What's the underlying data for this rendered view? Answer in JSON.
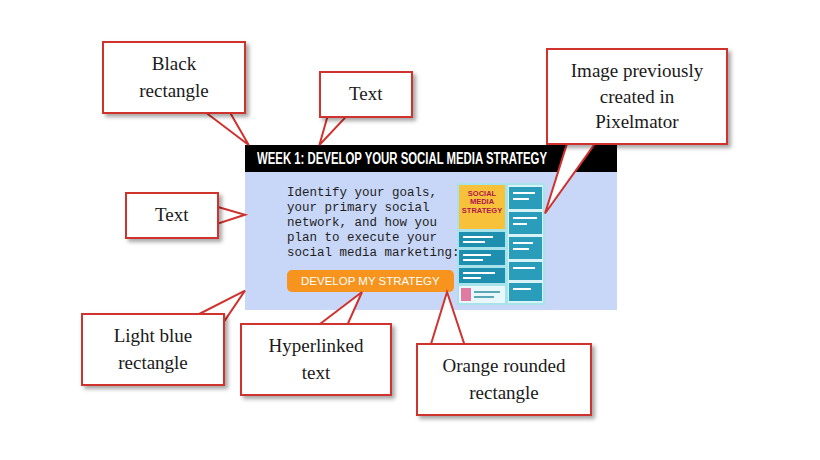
{
  "diagram": {
    "nodes": [
      {
        "text": [
          "Black rectangle"
        ]
      },
      {
        "text": [
          "Text"
        ]
      },
      {
        "text": [
          "Image previously created in Pixelmator"
        ]
      },
      {
        "text": [
          "WEEK 1: DEVELOP YOUR SOCIAL MEDIA STRATEGY"
        ]
      },
      {
        "text": [
          "Text"
        ]
      },
      {
        "text": [
          "Identify your goals, your primary social network, and how you plan to execute your social media marketing:"
        ]
      },
      {
        "text": [
          "SOCIAL MEDIA STRATEGY"
        ],
        "in": 5
      },
      {
        "text": [
          "DEVELOP MY STRATEGY"
        ],
        "in": 5
      },
      {
        "text": [
          "Light blue rectangle"
        ]
      },
      {
        "text": [
          "Hyperlinked text"
        ]
      },
      {
        "text": [
          "Orange rounded rectangle"
        ]
      }
    ],
    "edges": [
      {
        "from": 0,
        "to": 3,
        "arrow": "none"
      },
      {
        "from": 1,
        "to": 3,
        "arrow": "none"
      },
      {
        "from": 2,
        "to": 6,
        "arrow": "none"
      },
      {
        "from": 4,
        "to": 5,
        "arrow": "none"
      },
      {
        "from": 8,
        "to": 5,
        "arrow": "none"
      },
      {
        "from": 9,
        "to": 7,
        "arrow": "none"
      },
      {
        "from": 10,
        "to": 7,
        "arrow": "none"
      }
    ]
  }
}
